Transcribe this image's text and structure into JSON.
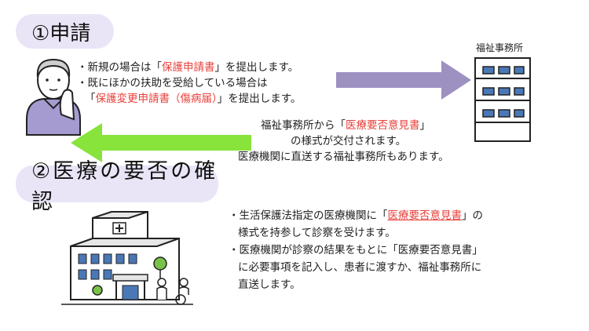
{
  "step1": {
    "title": "①申請"
  },
  "step2": {
    "title": "②医療の要否の確認"
  },
  "office": {
    "label": "福祉事務所"
  },
  "apply_text": {
    "l1a": "・新規の場合は「",
    "l1r": "保護申請書",
    "l1b": "」を提出します。",
    "l2": "・既にほかの扶助を受給している場合は",
    "l3a": "「",
    "l3r": "保護変更申請書（傷病届）",
    "l3b": "」を提出します。"
  },
  "return_text": {
    "l1a": "福祉事務所から「",
    "l1r": "医療要否意見書",
    "l1b": "」",
    "l2": "の様式が交付されます。",
    "l3": "医療機関に直送する福祉事務所もあります。"
  },
  "medical_text": {
    "l1a": "・生活保護法指定の医療機関に「",
    "l1r": "医療要否意見書",
    "l1b": "」の",
    "l2": "様式を持参して診察を受けます。",
    "l3": "・医療機関が診察の結果をもとに「医療要否意見書」",
    "l4": "に必要事項を記入し、患者に渡すか、福祉事務所に",
    "l5": "直送します。"
  },
  "colors": {
    "pill": "#e9e5f6",
    "arrow_right": "#9d91c2",
    "arrow_left": "#88e33b",
    "highlight": "#e8403a",
    "person_body": "#a59bd0",
    "window": "#4a78b6",
    "tree": "#79c24a"
  }
}
